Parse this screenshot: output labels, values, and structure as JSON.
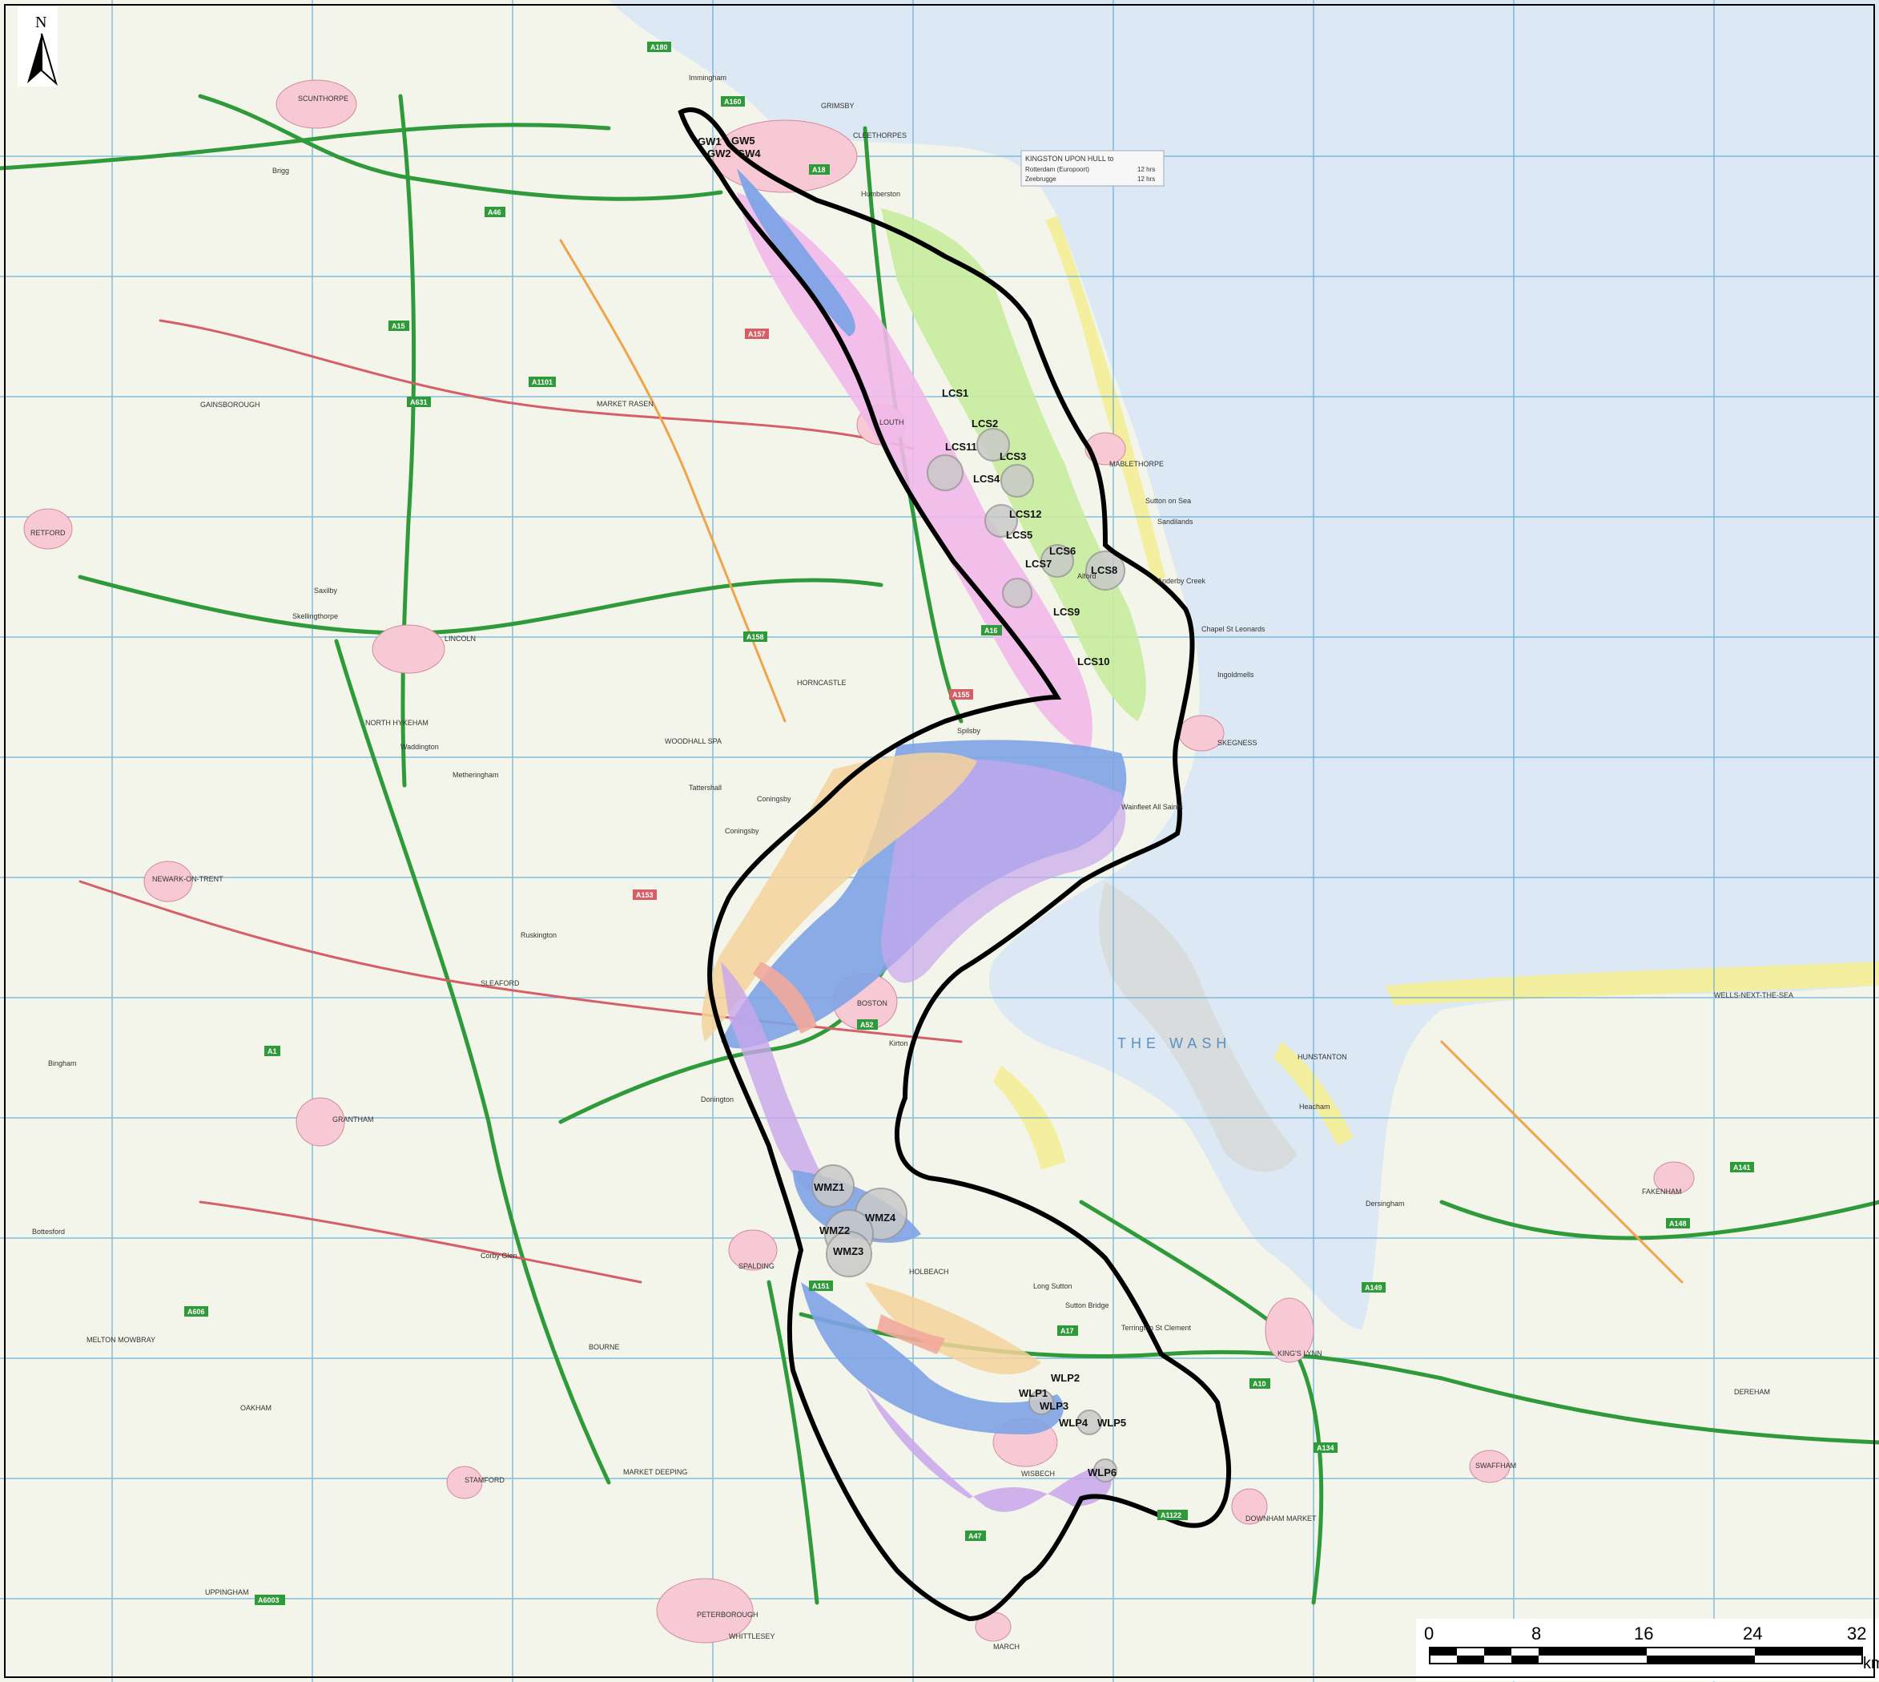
{
  "north_label": "N",
  "scale": {
    "ticks": [
      "0",
      "8",
      "16",
      "24",
      "32"
    ],
    "unit": "km"
  },
  "sea_label": "THE WASH",
  "ferry": {
    "title": "KINGSTON UPON HULL to",
    "routes": [
      "Rotterdam (Europoort)",
      "Zeebrugge"
    ],
    "times": [
      "12 hrs",
      "12 hrs"
    ]
  },
  "zones": [
    "GW1",
    "GW2",
    "GW5",
    "GW4",
    "LCS1",
    "LCS2",
    "LCS11",
    "LCS3",
    "LCS4",
    "LCS12",
    "LCS5",
    "LCS6",
    "LCS7",
    "LCS8",
    "LCS9",
    "LCS10",
    "WMZ1",
    "WMZ4",
    "WMZ2",
    "WMZ3",
    "WLP1",
    "WLP2",
    "WLP3",
    "WLP4",
    "WLP5",
    "WLP6"
  ],
  "towns": [
    "SCUNTHORPE",
    "GRIMSBY",
    "CLEETHORPES",
    "Immingham",
    "Humberston",
    "GAINSBOROUGH",
    "MARKET RASEN",
    "LOUTH",
    "MABLETHORPE",
    "Sutton on Sea",
    "LINCOLN",
    "HORNCASTLE",
    "SKEGNESS",
    "Chapel St Leonards",
    "Ingoldmells",
    "RETFORD",
    "Saxilby",
    "Skellingthorpe",
    "NORTH HYKEHAM",
    "WOODHALL SPA",
    "Coningsby",
    "Tattershall",
    "Metheringham",
    "Ruskington",
    "SLEAFORD",
    "BOSTON",
    "NEWARK-ON-TRENT",
    "GRANTHAM",
    "SPALDING",
    "HOLBEACH",
    "Long Sutton",
    "Sutton Bridge",
    "KING'S LYNN",
    "HUNSTANTON",
    "Heacham",
    "WISBECH",
    "DOWNHAM MARKET",
    "SWAFFHAM",
    "FAKENHAM",
    "DEREHAM",
    "WELLS-NEXT-THE-SEA",
    "STAMFORD",
    "OAKHAM",
    "MELTON MOWBRAY",
    "UPPINGHAM",
    "PETERBOROUGH",
    "WHITTLESEY",
    "MARCH",
    "BOURNE",
    "MARKET DEEPING",
    "Spilsby",
    "Brigg",
    "Waddington",
    "Wainfleet All Saints",
    "Kirton",
    "Donington",
    "Dersingham",
    "Terrington St Clement",
    "Alford",
    "Sandilands",
    "Anderby Creek",
    "Coningsby",
    "Bingham",
    "Bottesford",
    "Corby Glen"
  ],
  "roads": [
    "A180",
    "A160",
    "A18",
    "A46",
    "A15",
    "A631",
    "A158",
    "A16",
    "A52",
    "A17",
    "A1",
    "A47",
    "A10",
    "A148",
    "A149",
    "A134",
    "A1101",
    "A141",
    "A151",
    "A153",
    "A155",
    "A157",
    "A606",
    "A6003",
    "A1122"
  ],
  "colors": {
    "sea": "#dce9f4",
    "land": "#f3f4ea",
    "sand": "#f4ef9f",
    "mud": "#d8dcdc",
    "blue_zone": "#7ea3e6",
    "pink_zone": "#f2b8ea",
    "green_zone": "#c8ec9e",
    "purple_zone": "#c8a6ec",
    "orange_zone": "#f4d29c",
    "salmon_zone": "#f2a99a",
    "study_boundary": "#000000",
    "road_green": "#2f9a3a",
    "road_red": "#d65f67",
    "road_orange": "#f0a44a",
    "grid": "#56a6d4",
    "town": "#f6c9d4"
  }
}
